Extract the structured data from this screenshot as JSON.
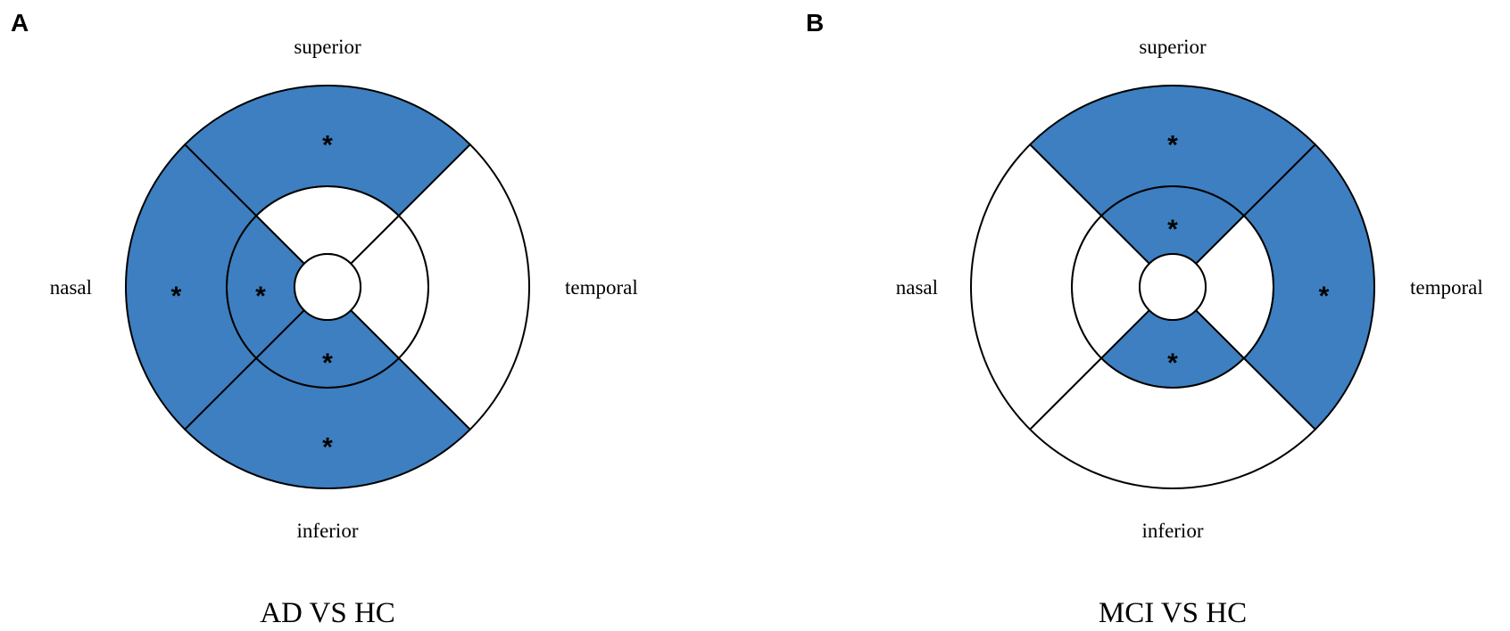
{
  "colors": {
    "significant": "#3D7FC0",
    "normal": "#FFFFFF",
    "stroke": "#000000"
  },
  "directions": {
    "superior": "superior",
    "inferior": "inferior",
    "nasal": "nasal",
    "temporal": "temporal"
  },
  "significance_mark": "*",
  "panels": [
    {
      "letter": "A",
      "caption": "AD VS HC",
      "nasal_side": "left",
      "inner_ring": {
        "superior": false,
        "nasal": true,
        "inferior": true,
        "temporal": false
      },
      "outer_ring": {
        "superior": true,
        "nasal": true,
        "inferior": true,
        "temporal": false
      }
    },
    {
      "letter": "B",
      "caption": "MCI VS HC",
      "nasal_side": "left",
      "inner_ring": {
        "superior": true,
        "nasal": false,
        "inferior": true,
        "temporal": false
      },
      "outer_ring": {
        "superior": true,
        "nasal": false,
        "inferior": false,
        "temporal": true
      }
    }
  ]
}
